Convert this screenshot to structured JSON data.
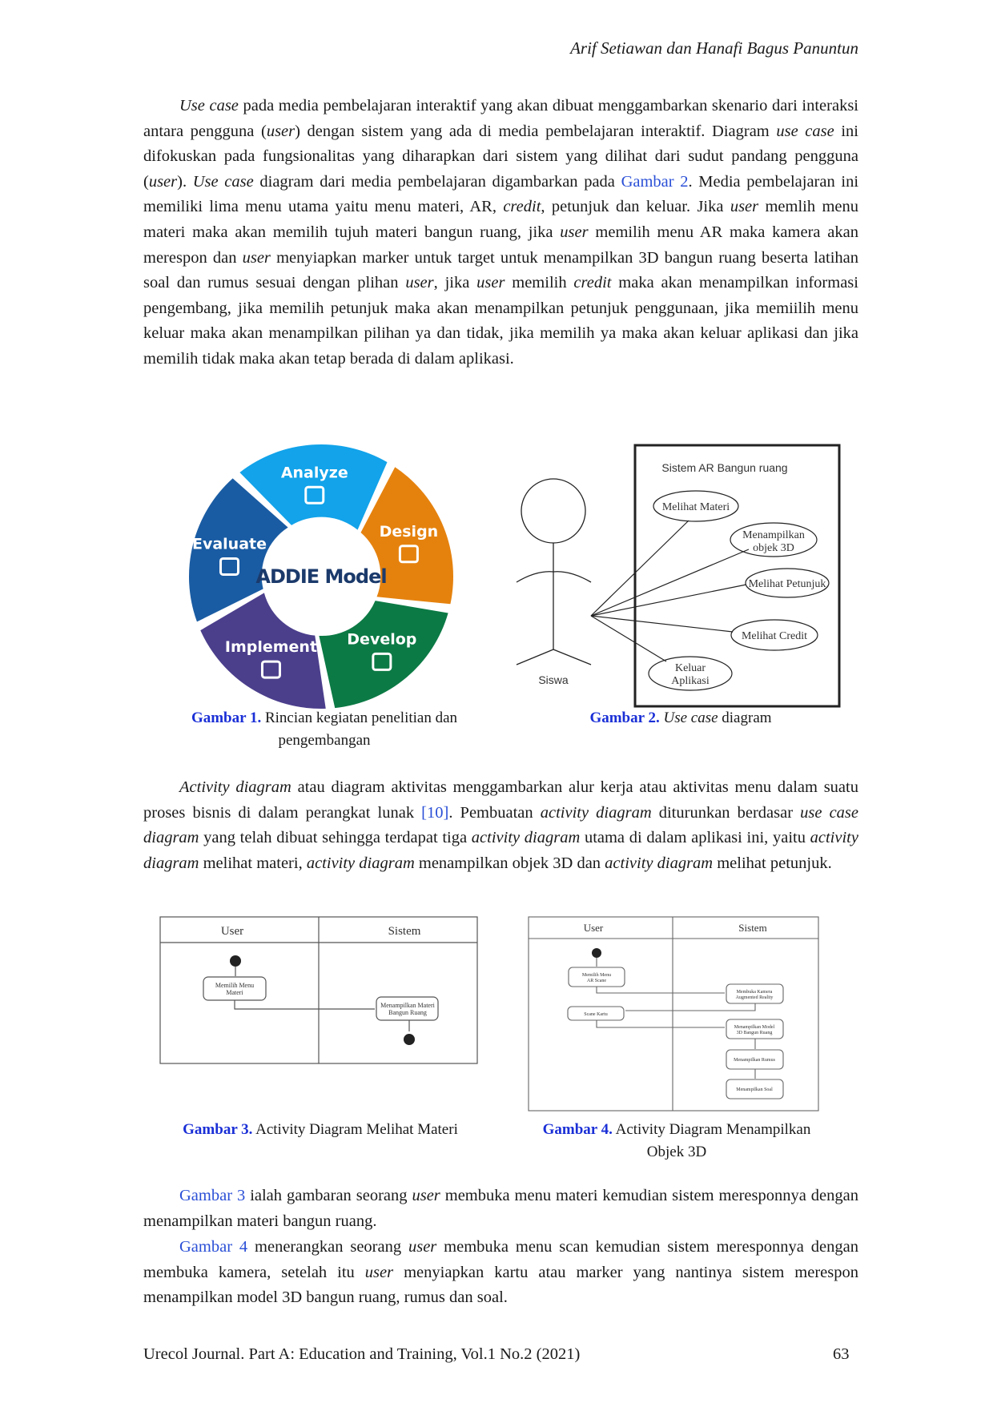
{
  "header": {
    "authors": "Arif Setiawan dan Hanafi Bagus Panuntun"
  },
  "paragraphs": [
    [
      {
        "t": "Use case",
        "s": "i"
      },
      {
        "t": " pada media pembelajaran interaktif yang akan dibuat menggambarkan skenario dari interaksi antara pengguna ("
      },
      {
        "t": "user",
        "s": "i"
      },
      {
        "t": ") dengan sistem yang ada di media pembelajaran interaktif. Diagram "
      },
      {
        "t": "use case",
        "s": "i"
      },
      {
        "t": " ini difokuskan pada fungsionalitas yang diharapkan dari sistem yang dilihat dari sudut pandang pengguna ("
      },
      {
        "t": "user",
        "s": "i"
      },
      {
        "t": "). "
      },
      {
        "t": "Use case",
        "s": "i"
      },
      {
        "t": " diagram dari media pembelajaran digambarkan pada "
      },
      {
        "t": "Gambar 2",
        "s": "lnk"
      },
      {
        "t": ". Media pembelajaran ini memiliki lima menu utama yaitu menu materi, AR, "
      },
      {
        "t": "credit",
        "s": "i"
      },
      {
        "t": ", petunjuk dan keluar. Jika "
      },
      {
        "t": "user",
        "s": "i"
      },
      {
        "t": " memlih menu materi maka akan memilih tujuh materi bangun ruang, jika "
      },
      {
        "t": "user",
        "s": "i"
      },
      {
        "t": " memilih menu AR maka kamera akan merespon dan "
      },
      {
        "t": "user",
        "s": "i"
      },
      {
        "t": " menyiapkan marker untuk target untuk menampilkan 3D bangun ruang beserta latihan soal dan rumus sesuai dengan plihan "
      },
      {
        "t": "user",
        "s": "i"
      },
      {
        "t": ", jika "
      },
      {
        "t": "user",
        "s": "i"
      },
      {
        "t": " memilih "
      },
      {
        "t": "credit",
        "s": "i"
      },
      {
        "t": " maka akan menampilkan informasi pengembang, jika memilih petunjuk maka akan menampilkan petunjuk penggunaan, jika memiilih menu keluar maka akan menampilkan pilihan ya dan tidak, jika memilih ya maka akan keluar aplikasi dan jika memilih tidak maka akan tetap berada di dalam aplikasi."
      }
    ],
    [
      {
        "t": "Activity diagram",
        "s": "i"
      },
      {
        "t": " atau diagram aktivitas menggambarkan alur kerja atau aktivitas menu dalam suatu proses bisnis di dalam perangkat lunak "
      },
      {
        "t": "[10]",
        "s": "lnk"
      },
      {
        "t": ". Pembuatan "
      },
      {
        "t": "activity diagram",
        "s": "i"
      },
      {
        "t": " diturunkan berdasar "
      },
      {
        "t": "use case diagram",
        "s": "i"
      },
      {
        "t": " yang telah dibuat sehingga terdapat tiga "
      },
      {
        "t": "activity diagram",
        "s": "i"
      },
      {
        "t": " utama di dalam aplikasi ini, yaitu "
      },
      {
        "t": "activity diagram",
        "s": "i"
      },
      {
        "t": " melihat materi, "
      },
      {
        "t": "activity diagram",
        "s": "i"
      },
      {
        "t": " menampilkan objek 3D dan "
      },
      {
        "t": "activity diagram",
        "s": "i"
      },
      {
        "t": " melihat petunjuk."
      }
    ],
    [
      {
        "t": "Gambar 3",
        "s": "lnk"
      },
      {
        "t": " ialah gambaran seorang "
      },
      {
        "t": "user",
        "s": "i"
      },
      {
        "t": " membuka menu materi kemudian sistem meresponnya dengan menampilkan materi bangun ruang."
      }
    ],
    [
      {
        "t": "Gambar 4",
        "s": "lnk"
      },
      {
        "t": " menerangkan seorang "
      },
      {
        "t": "user",
        "s": "i"
      },
      {
        "t": " membuka menu scan kemudian sistem meresponnya dengan membuka kamera, setelah itu "
      },
      {
        "t": "user",
        "s": "i"
      },
      {
        "t": " menyiapkan kartu atau marker yang nantinya sistem merespon menampilkan model 3D bangun ruang, rumus dan soal."
      }
    ]
  ],
  "figure1": {
    "center": "ADDIE Model",
    "segments": [
      {
        "label": "Analyze",
        "color": "#12a3ea",
        "icon": "magnifier-icon"
      },
      {
        "label": "Design",
        "color": "#e5820e",
        "icon": "clapperboard-icon"
      },
      {
        "label": "Develop",
        "color": "#0c7a45",
        "icon": "tools-icon"
      },
      {
        "label": "Implement",
        "color": "#4b3f8c",
        "icon": "touch-icon"
      },
      {
        "label": "Evaluate",
        "color": "#1a5ca3",
        "icon": "chart-icon"
      }
    ],
    "caption_label": "Gambar 1.",
    "caption_text_1": " Rincian kegiatan penelitian dan",
    "caption_text_2": "pengembangan"
  },
  "figure2": {
    "system": "Sistem AR Bangun ruang",
    "actor": "Siswa",
    "usecases": [
      {
        "l1": "Melihat Materi",
        "l2": ""
      },
      {
        "l1": "Menampilkan",
        "l2": "objek 3D"
      },
      {
        "l1": "Melihat Petunjuk",
        "l2": ""
      },
      {
        "l1": "Melihat Credit",
        "l2": ""
      },
      {
        "l1": "Keluar",
        "l2": "Aplikasi"
      }
    ],
    "caption_label": "Gambar 2.",
    "caption_italic": " Use case",
    "caption_text": " diagram"
  },
  "figure3": {
    "lanes": [
      "User",
      "Sistem"
    ],
    "actions": [
      [
        "Memilih Menu",
        "Materi"
      ],
      [
        "Menampilkan Materi",
        "Bangun Ruang"
      ]
    ],
    "caption_label": "Gambar 3.",
    "caption_text": " Activity Diagram Melihat Materi"
  },
  "figure4": {
    "lanes": [
      "User",
      "Sistem"
    ],
    "actions": [
      [
        "Memilih Menu",
        "AR Scane"
      ],
      [
        "Membuka Kamera",
        "Augmented Reality"
      ],
      [
        "Scane Kartu",
        ""
      ],
      [
        "Menampilkan Model",
        "3D Bangun Ruang"
      ],
      [
        "Menampilkan Rumus",
        ""
      ],
      [
        "Menampilkan Soal",
        ""
      ]
    ],
    "caption_label": "Gambar 4.",
    "caption_text_1": " Activity Diagram Menampilkan",
    "caption_text_2": "Objek 3D"
  },
  "footer": {
    "journal": "Urecol Journal. Part A: Education and Training, Vol.1 No.2 (2021)",
    "page": "63"
  }
}
